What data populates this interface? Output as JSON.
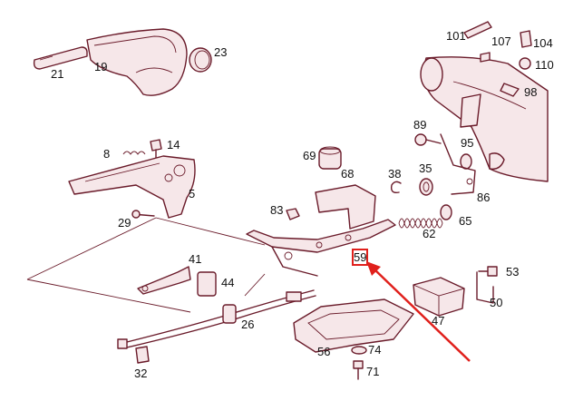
{
  "labels": {
    "l21": "21",
    "l19": "19",
    "l23": "23",
    "l101": "101",
    "l107": "107",
    "l104": "104",
    "l110": "110",
    "l98": "98",
    "l8": "8",
    "l14": "14",
    "l5": "5",
    "l29": "29",
    "l69": "69",
    "l68": "68",
    "l83": "83",
    "l89": "89",
    "l95": "95",
    "l38": "38",
    "l35": "35",
    "l86": "86",
    "l65": "65",
    "l62": "62",
    "l59": "59",
    "l41": "41",
    "l44": "44",
    "l26": "26",
    "l32": "32",
    "l56": "56",
    "l74": "74",
    "l71": "71",
    "l47": "47",
    "l53": "53",
    "l50": "50"
  },
  "colors": {
    "line": "#6a1b2a",
    "highlight": "#e0201c",
    "arrow": "#e0201c"
  },
  "highlight_part": "59"
}
